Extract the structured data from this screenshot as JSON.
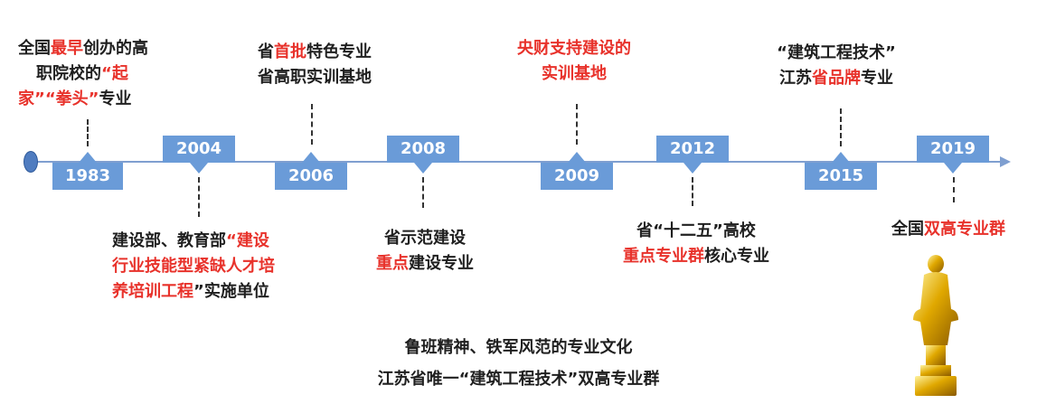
{
  "timeline": {
    "years": [
      "1983",
      "2004",
      "2006",
      "2008",
      "2009",
      "2012",
      "2015",
      "2019"
    ]
  },
  "events": {
    "e1983": {
      "l1a": "全国",
      "l1b": "最早",
      "l1c": "创办的高",
      "l2a": "职院校的",
      "l2b": "“起",
      "l3a": "家”",
      "l3b": "“拳头”",
      "l3c": "专业"
    },
    "e2004": {
      "l1a": "建设部、教育部",
      "l1b": "“建设",
      "l2": "行业技能型紧缺人才培",
      "l3a": "养培训工程",
      "l3b": "”实施单位"
    },
    "e2006": {
      "l1a": "省",
      "l1b": "首批",
      "l1c": "特色专业",
      "l2": "省高职实训基地"
    },
    "e2008": {
      "l1": "省示范建设",
      "l2a": "重点",
      "l2b": "建设专业"
    },
    "e2009": {
      "l1": "央财支持建设的",
      "l2": "实训基地"
    },
    "e2012": {
      "l1": "省“十二五”高校",
      "l2a": "重点专业群",
      "l2b": "核心专业"
    },
    "e2015": {
      "l1": "“建筑工程技术”",
      "l2a": "江苏",
      "l2b": "省品牌",
      "l2c": "专业"
    },
    "e2019": {
      "l1a": "全国",
      "l1b": "双高专业群"
    }
  },
  "footer": {
    "line1": "鲁班精神、铁军风范的专业文化",
    "line2": "江苏省唯一“建筑工程技术”双高专业群"
  },
  "colors": {
    "accent_red": "#e8322b",
    "tag_blue": "#6a9bd8",
    "axis_blue": "#7f9fd0"
  },
  "icons": {
    "trophy": "golden-luban-statue-trophy"
  }
}
